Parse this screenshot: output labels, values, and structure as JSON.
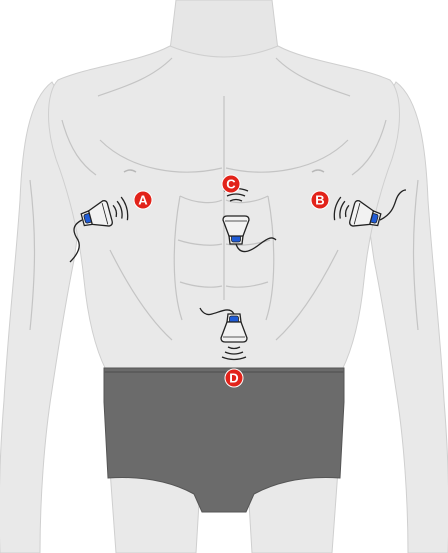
{
  "colors": {
    "skin": "#e9e9e9",
    "skin_outline": "#cfcfcf",
    "contour": "#bdbdbd",
    "underwear": "#6b6b6b",
    "underwear_dark": "#555555",
    "marker": "#e2231a",
    "probe_body": "#f2f2f2",
    "probe_outline": "#222222",
    "probe_accent": "#1f5bd6"
  },
  "markers": [
    {
      "id": "A",
      "label": "A"
    },
    {
      "id": "B",
      "label": "B"
    },
    {
      "id": "C",
      "label": "C"
    },
    {
      "id": "D",
      "label": "D"
    }
  ],
  "probe_icon": "ultrasound-probe-icon",
  "wave_icon": "ultrasound-waves-icon"
}
